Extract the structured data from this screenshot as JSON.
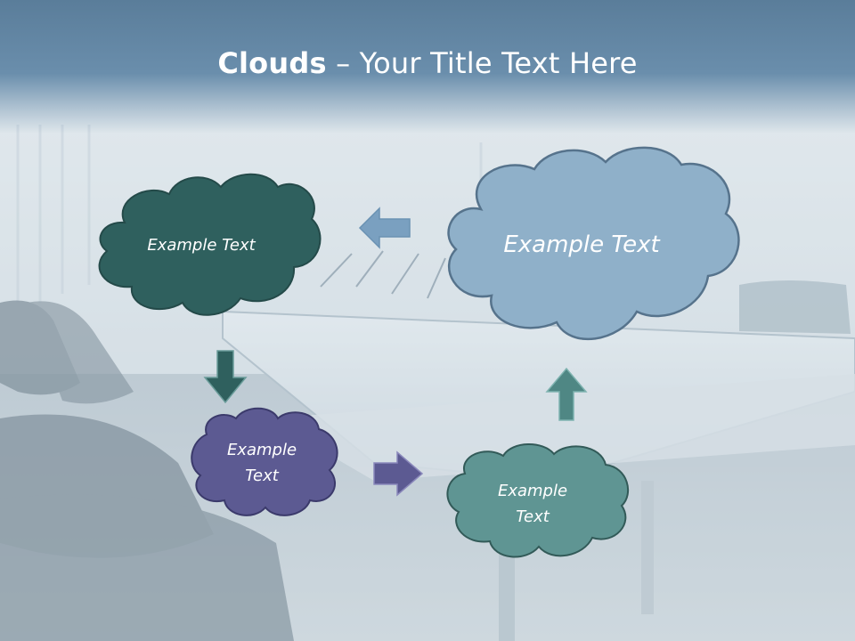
{
  "title": {
    "bold": "Clouds",
    "separator": "–",
    "rest": "Your Title Text Here"
  },
  "clouds": [
    {
      "id": "top-left",
      "lines": [
        "Example Text"
      ],
      "color": "#2f605e"
    },
    {
      "id": "top-right",
      "lines": [
        "Example Text"
      ],
      "color": "#8fb0c9"
    },
    {
      "id": "middle-left",
      "lines": [
        "Example",
        "Text"
      ],
      "color": "#5c5a92"
    },
    {
      "id": "bottom-right",
      "lines": [
        "Example",
        "Text"
      ],
      "color": "#5f9593"
    }
  ],
  "arrows": [
    {
      "id": "right-to-left",
      "direction": "left",
      "color": "#7aa0c0"
    },
    {
      "id": "down",
      "direction": "down",
      "color": "#2f605e"
    },
    {
      "id": "middle-to-right",
      "direction": "right",
      "color": "#5c5a92"
    },
    {
      "id": "up",
      "direction": "up",
      "color": "#4f8784"
    }
  ]
}
